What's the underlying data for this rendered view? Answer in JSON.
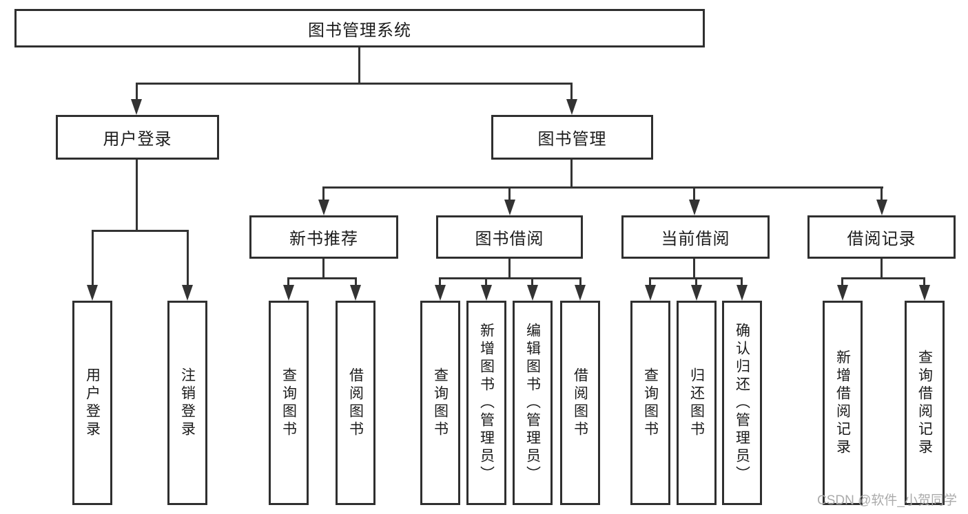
{
  "watermark": "CSDN @软件_小贺同学",
  "colors": {
    "line": "#333333",
    "box_border": "#2f2f2f",
    "text": "#1b1b1b",
    "watermark": "#ababab",
    "background": "#ffffff"
  },
  "tree": {
    "label": "图书管理系统",
    "children": [
      {
        "label": "用户登录",
        "children": [
          {
            "label": "用户登录"
          },
          {
            "label": "注销登录"
          }
        ]
      },
      {
        "label": "图书管理",
        "children": [
          {
            "label": "新书推荐",
            "children": [
              {
                "label": "查询图书"
              },
              {
                "label": "借阅图书"
              }
            ]
          },
          {
            "label": "图书借阅",
            "children": [
              {
                "label": "查询图书"
              },
              {
                "label": "新增图书（管理员）"
              },
              {
                "label": "编辑图书（管理员）"
              },
              {
                "label": "借阅图书"
              }
            ]
          },
          {
            "label": "当前借阅",
            "children": [
              {
                "label": "查询图书"
              },
              {
                "label": "归还图书"
              },
              {
                "label": "确认归还（管理员）"
              }
            ]
          },
          {
            "label": "借阅记录",
            "children": [
              {
                "label": "新增借阅记录"
              },
              {
                "label": "查询借阅记录"
              }
            ]
          }
        ]
      }
    ]
  }
}
